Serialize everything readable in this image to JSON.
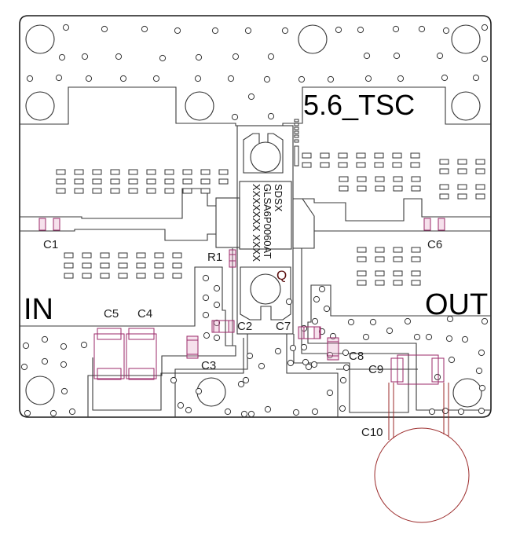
{
  "board": {
    "title": "5.6_TSC",
    "port_in_label": "IN",
    "port_out_label": "OUT"
  },
  "transistor": {
    "designator": "Q",
    "marking_lines": [
      "SDSX",
      "GLSA6P0060AT",
      "XXXXXXX  XXXX"
    ]
  },
  "components": [
    {
      "ref": "C1"
    },
    {
      "ref": "C2"
    },
    {
      "ref": "C3"
    },
    {
      "ref": "C4"
    },
    {
      "ref": "C5"
    },
    {
      "ref": "C6"
    },
    {
      "ref": "C7"
    },
    {
      "ref": "C8"
    },
    {
      "ref": "C9"
    },
    {
      "ref": "C10"
    },
    {
      "ref": "R1"
    }
  ],
  "colors": {
    "outline": "#1a1a1a",
    "component_outline": "#9b2a6a",
    "c10_outline": "#9b2a2a"
  }
}
